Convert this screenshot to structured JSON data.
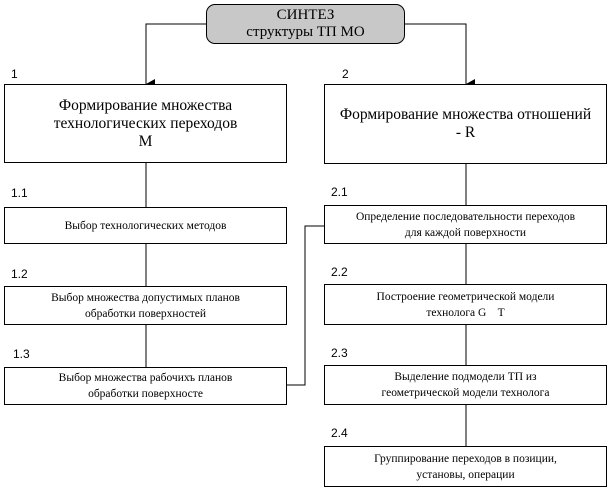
{
  "root": {
    "line1": "СИНТЕЗ",
    "line2": "структуры ТП МО"
  },
  "left": {
    "number": "1",
    "box": {
      "line1": "Формирование множества",
      "line2": "технологических переходов",
      "line3": "M"
    },
    "items": [
      {
        "number": "1.1",
        "line1": "Выбор технологических методов",
        "line2": ""
      },
      {
        "number": "1.2",
        "line1": "Выбор множества допустимых планов",
        "line2": "обработки поверхностей"
      },
      {
        "number": "1.3",
        "line1": "Выбор множества рабочихъ планов",
        "line2": "обработки поверхносте"
      }
    ]
  },
  "right": {
    "number": "2",
    "box": {
      "line1": "Формирование множества отношений",
      "line2": "- R"
    },
    "items": [
      {
        "number": "2.1",
        "line1": "Определение последовательности переходов",
        "line2": "для каждой поверхности"
      },
      {
        "number": "2.2",
        "line1": "Построение геометрической модели",
        "line2": "технолога G    T"
      },
      {
        "number": "2.3",
        "line1": "Выделение подмодели ТП из",
        "line2": "геометрической модели технолога"
      },
      {
        "number": "2.4",
        "line1": "Группирование переходов в позиции,",
        "line2": "установы, операции"
      }
    ]
  }
}
